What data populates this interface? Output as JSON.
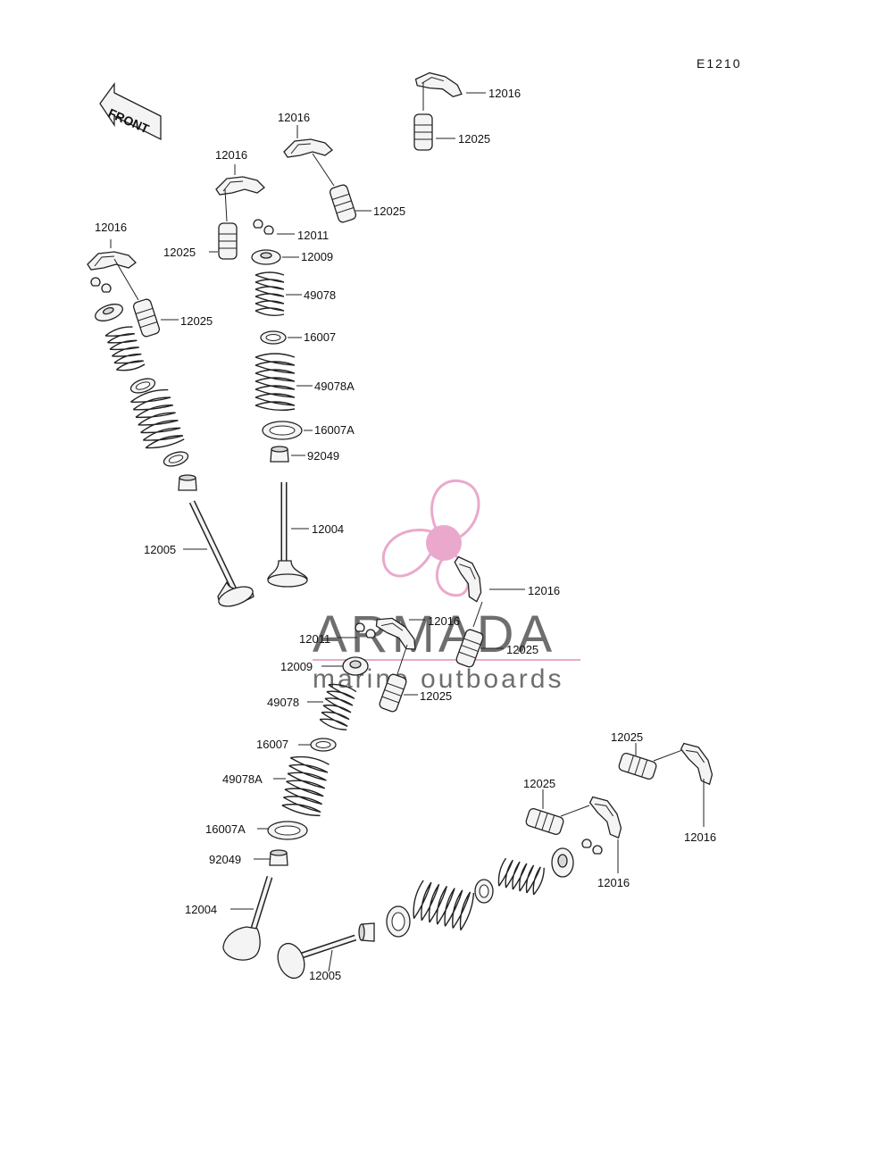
{
  "diagram_id": "E1210",
  "front_label": "FRONT",
  "parts": {
    "rocker_arm": "12016",
    "tappet": "12025",
    "keeper": "12011",
    "spring_retainer": "12009",
    "inner_spring": "49078",
    "inner_spring_seat": "16007",
    "outer_spring": "49078A",
    "outer_spring_seat": "16007A",
    "stem_seal": "92049",
    "intake_valve": "12004",
    "exhaust_valve": "12005"
  },
  "watermark": {
    "brand": "ARMADA",
    "tagline": "marine outboards",
    "accent_color": "#e79bc4",
    "text_color": "#555555"
  }
}
